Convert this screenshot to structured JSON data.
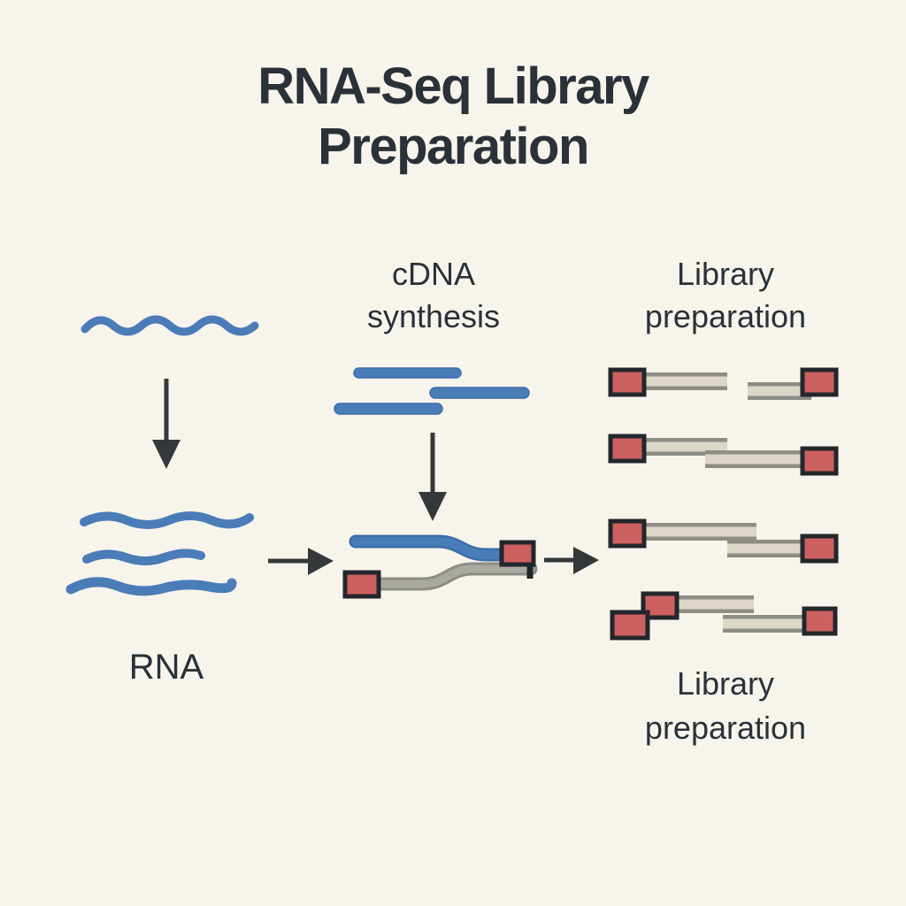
{
  "title": {
    "line1": "RNA-Seq Library",
    "line2": "Preparation"
  },
  "labels": {
    "rna": "RNA",
    "cdna_synthesis": {
      "line1": "cDNA",
      "line2": "synthesis"
    },
    "library_top": {
      "line1": "Library",
      "line2": "preparation"
    },
    "library_bottom": {
      "line1": "Library",
      "line2": "preparation"
    }
  },
  "flow": {
    "stages": [
      {
        "id": "rna",
        "label": "RNA",
        "depiction": "one wavy blue strand, then three wavy blue strands"
      },
      {
        "id": "cdna-synthesis",
        "label": "cDNA synthesis",
        "depiction": "three straight blue cDNA fragments, then a blue/gray double strand with red adapters on opposite ends"
      },
      {
        "id": "library-preparation",
        "label": "Library preparation",
        "depiction": "four rows of gray double-stranded fragments with red adapter blocks ligated at the ends"
      }
    ],
    "arrows": [
      {
        "from": "rna-strand",
        "to": "rna-fragments",
        "direction": "down"
      },
      {
        "from": "cdna-fragments",
        "to": "adapter-strands",
        "direction": "down"
      },
      {
        "from": "rna",
        "to": "cdna-synthesis",
        "direction": "right"
      },
      {
        "from": "cdna-synthesis",
        "to": "library-preparation",
        "direction": "right"
      }
    ]
  },
  "colors": {
    "background": "#f7f4ec",
    "ink": "#2a3138",
    "arrow": "#34383b",
    "rna_blue": "#4a7cb8",
    "rna_blue_dark": "#3d6da7",
    "adapter_red": "#cd6060",
    "adapter_border": "#23272b",
    "fragment_fill": "#ddd7c9",
    "fragment_edge": "#8d8d86",
    "strand_gray": "#a9a8a1"
  }
}
